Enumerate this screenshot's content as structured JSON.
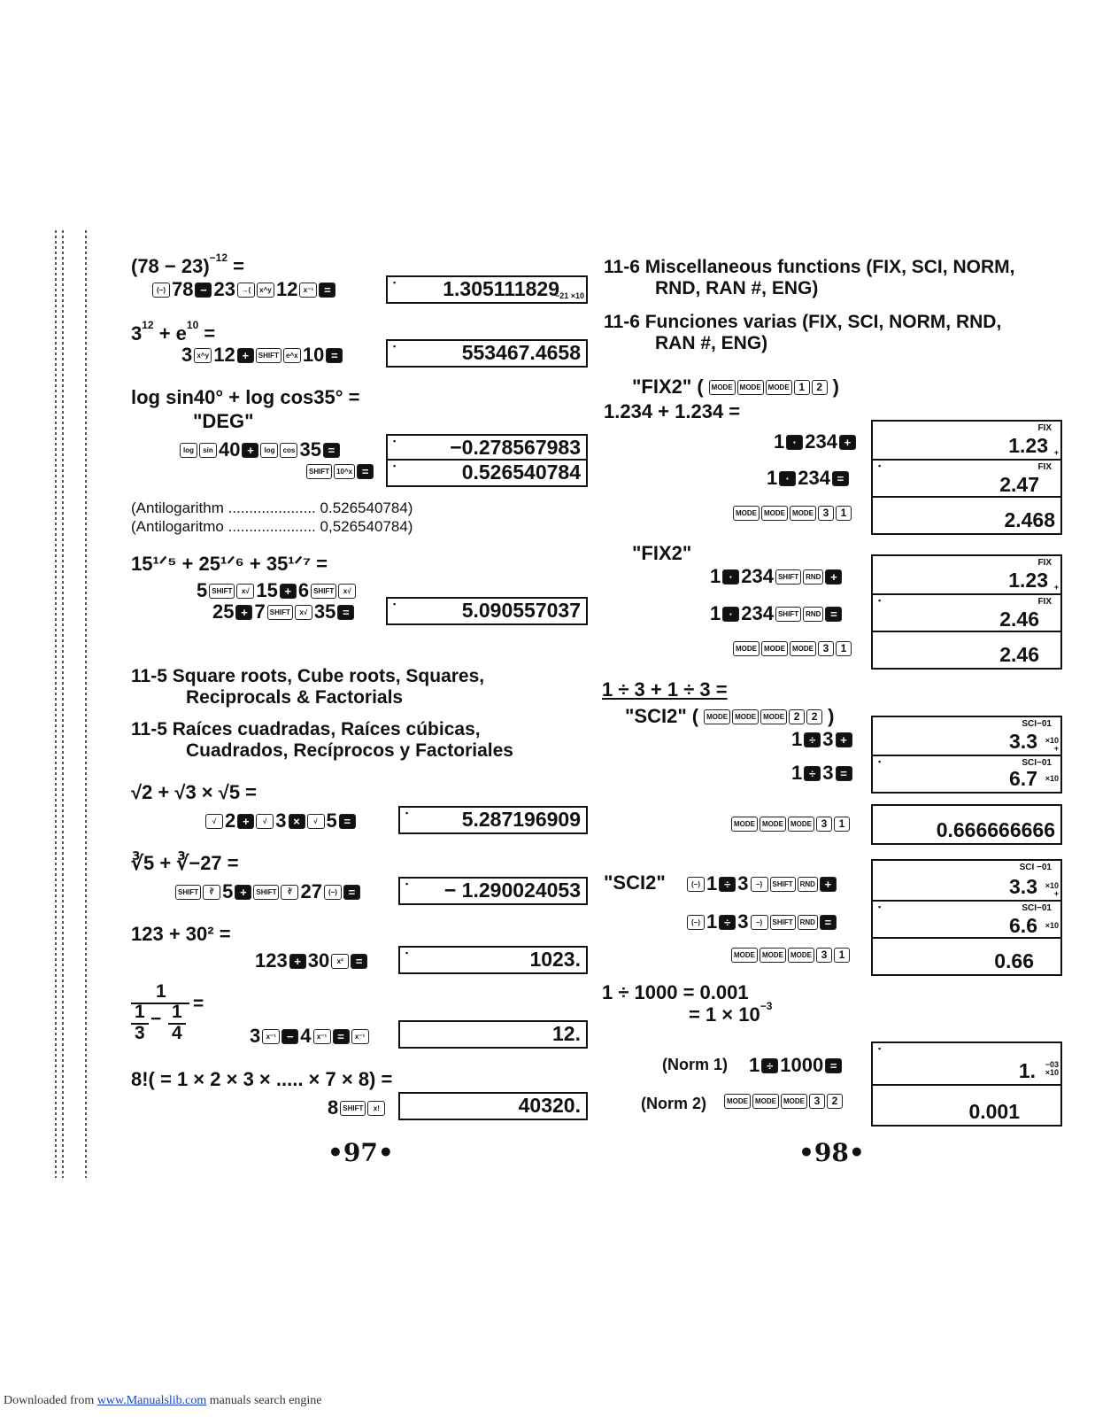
{
  "left": {
    "ex1": {
      "expr": "(78 − 23)",
      "exp": "−12",
      "eq": " =",
      "keys": [
        "(−)",
        "78",
        "−",
        "23",
        "→(",
        "x^y",
        "12",
        "x⁻¹",
        "="
      ],
      "display": "1.305111829",
      "display_exp": "−21 ×10"
    },
    "ex2": {
      "expr_a": "3",
      "sup_a": "12",
      "expr_b": " + e",
      "sup_b": "10",
      "eq": " =",
      "keys": [
        "3",
        "x^y",
        "12",
        "+",
        "SHIFT",
        "e^x",
        "10",
        "="
      ],
      "display": "553467.4658"
    },
    "ex3": {
      "expr": "log sin40° + log cos35° =",
      "mode": "\"DEG\"",
      "keys1": [
        "log",
        "sin",
        "40",
        "+",
        "log",
        "cos",
        "35",
        "="
      ],
      "display1": "−0.278567983",
      "keys2": [
        "SHIFT",
        "10^x",
        "="
      ],
      "display2": "0.526540784"
    },
    "antilog": {
      "l1_label": "(Antilogarithm .....................",
      "l1_val": "0.526540784)",
      "l2_label": "(Antilogaritmo .....................",
      "l2_val": "0,526540784)"
    },
    "ex4": {
      "expr": "15¹ᐟ⁵ + 25¹ᐟ⁶ + 35¹ᐟ⁷ =",
      "keys1": [
        "5",
        "SHIFT",
        "x√",
        "15",
        "+",
        "6",
        "SHIFT",
        "x√"
      ],
      "keys2": [
        "25",
        "+",
        "7",
        "SHIFT",
        "x√",
        "35",
        "="
      ],
      "display": "5.090557037"
    },
    "sec_en": {
      "num": "11-5",
      "title_l1": "Square roots, Cube roots, Squares,",
      "title_l2": "Reciprocals & Factorials"
    },
    "sec_es": {
      "num": "11-5",
      "title_l1": "Raíces cuadradas, Raíces cúbicas,",
      "title_l2": "Cuadrados, Recíprocos y Factoriales"
    },
    "ex5": {
      "expr": "√2 + √3 × √5 =",
      "keys": [
        "√",
        "2",
        "+",
        "√",
        "3",
        "×",
        "√",
        "5",
        "="
      ],
      "display": "5.287196909"
    },
    "ex6": {
      "expr": "∛5 + ∛−27 =",
      "keys": [
        "SHIFT",
        "∛",
        "5",
        "+",
        "SHIFT",
        "∛",
        "27",
        "(−)",
        "="
      ],
      "display": "− 1.290024053"
    },
    "ex7": {
      "expr": "123 + 30² =",
      "keys": [
        "123",
        "+",
        "30",
        "x²",
        "="
      ],
      "display": "1023."
    },
    "ex8": {
      "num": "1",
      "den_a": "1",
      "den_a2": "3",
      "minus": "−",
      "den_b": "1",
      "den_b2": "4",
      "eq": "=",
      "keys": [
        "3",
        "x⁻¹",
        "−",
        "4",
        "x⁻¹",
        "=",
        "x⁻¹"
      ],
      "display": "12."
    },
    "ex9": {
      "expr": "8!( = 1 × 2 × 3 × ..... × 7 × 8) =",
      "keys": [
        "8",
        "SHIFT",
        "x!"
      ],
      "display": "40320."
    },
    "page_num": "•97•"
  },
  "right": {
    "sec_en": {
      "num": "11-6",
      "title_l1": "Miscellaneous functions (FIX, SCI, NORM,",
      "title_l2": "RND, RAN #, ENG)"
    },
    "sec_es": {
      "num": "11-6",
      "title_l1": "Funciones varias (FIX, SCI, NORM, RND,",
      "title_l2": "RAN #, ENG)"
    },
    "fix": {
      "label": "\"FIX2\"",
      "keys": [
        "MODE",
        "MODE",
        "MODE",
        "1",
        "2"
      ],
      "expr": "1.234 + 1.234 =",
      "r1_keys": [
        "1",
        "·",
        "234",
        "+"
      ],
      "r1_val": "1.23",
      "r1_mode": "FIX",
      "r2_keys": [
        "1",
        "·",
        "234",
        "="
      ],
      "r2_val": "2.47",
      "r2_mode": "FIX",
      "r3_keys": [
        "MODE",
        "MODE",
        "MODE",
        "3",
        "1"
      ],
      "r3_val": "2.468"
    },
    "fix_rnd": {
      "label": "\"FIX2\"",
      "r1_keys": [
        "1",
        "·",
        "234",
        "SHIFT",
        "RND",
        "+"
      ],
      "r1_val": "1.23",
      "r1_mode": "FIX",
      "r2_keys": [
        "1",
        "·",
        "234",
        "SHIFT",
        "RND",
        "="
      ],
      "r2_val": "2.46",
      "r2_mode": "FIX",
      "r3_keys": [
        "MODE",
        "MODE",
        "MODE",
        "3",
        "1"
      ],
      "r3_val": "2.46"
    },
    "sci": {
      "expr": "1 ÷ 3 + 1 ÷ 3 =",
      "label": "\"SCI2\"",
      "keys": [
        "MODE",
        "MODE",
        "MODE",
        "2",
        "2"
      ],
      "r1_keys": [
        "1",
        "÷",
        "3",
        "+"
      ],
      "r1_val": "3.3",
      "r1_mode": "SCI−01",
      "r2_keys": [
        "1",
        "÷",
        "3",
        "="
      ],
      "r2_val": "6.7",
      "r2_mode": "SCI−01",
      "r3_keys": [
        "MODE",
        "MODE",
        "MODE",
        "3",
        "1"
      ],
      "r3_val": "0.666666666"
    },
    "sci_rnd": {
      "label": "\"SCI2\"",
      "r1_keys": [
        "(−)",
        "1",
        "÷",
        "3",
        "−)",
        "SHIFT",
        "RND",
        "+"
      ],
      "r1_val": "3.3",
      "r1_mode": "SCI −01",
      "r2_keys": [
        "(−)",
        "1",
        "÷",
        "3",
        "−)",
        "SHIFT",
        "RND",
        "="
      ],
      "r2_val": "6.6",
      "r2_mode": "SCI−01",
      "r3_keys": [
        "MODE",
        "MODE",
        "MODE",
        "3",
        "1"
      ],
      "r3_val": "0.66"
    },
    "norm": {
      "l1": "1 ÷ 1000 = 0.001",
      "l2": "= 1 × 10",
      "l2_exp": "−3",
      "n1_label": "(Norm 1)",
      "n1_keys": [
        "1",
        "÷",
        "1000",
        "="
      ],
      "n1_val": "1.",
      "n1_exp": "−03",
      "n2_label": "(Norm 2)",
      "n2_keys": [
        "MODE",
        "MODE",
        "MODE",
        "3",
        "2"
      ],
      "n2_val": "0.001"
    },
    "page_num": "•98•"
  },
  "footer": {
    "prefix": "Downloaded from ",
    "link": "www.Manualslib.com",
    "suffix": " manuals search engine"
  },
  "common": {
    "x10": "×10",
    "plus": "+"
  }
}
